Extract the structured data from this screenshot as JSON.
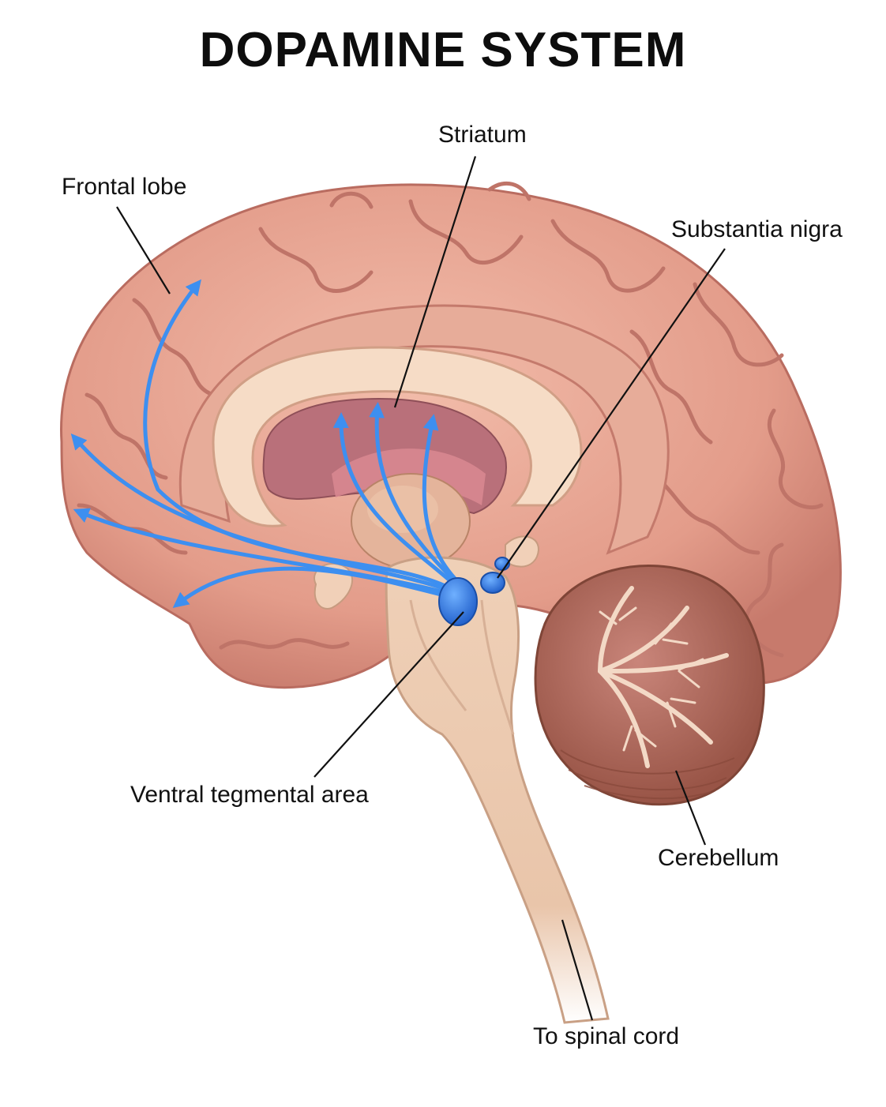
{
  "title": "DOPAMINE SYSTEM",
  "labels": {
    "frontal_lobe": "Frontal lobe",
    "striatum": "Striatum",
    "substantia_nigra": "Substantia nigra",
    "ventral_tegmental_area": "Ventral tegmental area",
    "cerebellum": "Cerebellum",
    "spinal_cord": "To spinal cord"
  },
  "colors": {
    "cortex": "#e4a08f",
    "cortex_fold": "#c0746a",
    "white_matter": "#f0cdb5",
    "brainstem": "#eccab0",
    "cerebellum": "#b8705e",
    "pathway": "#3d8ff0",
    "nucleus": "#2a6ce0",
    "leader_line": "#111111"
  }
}
